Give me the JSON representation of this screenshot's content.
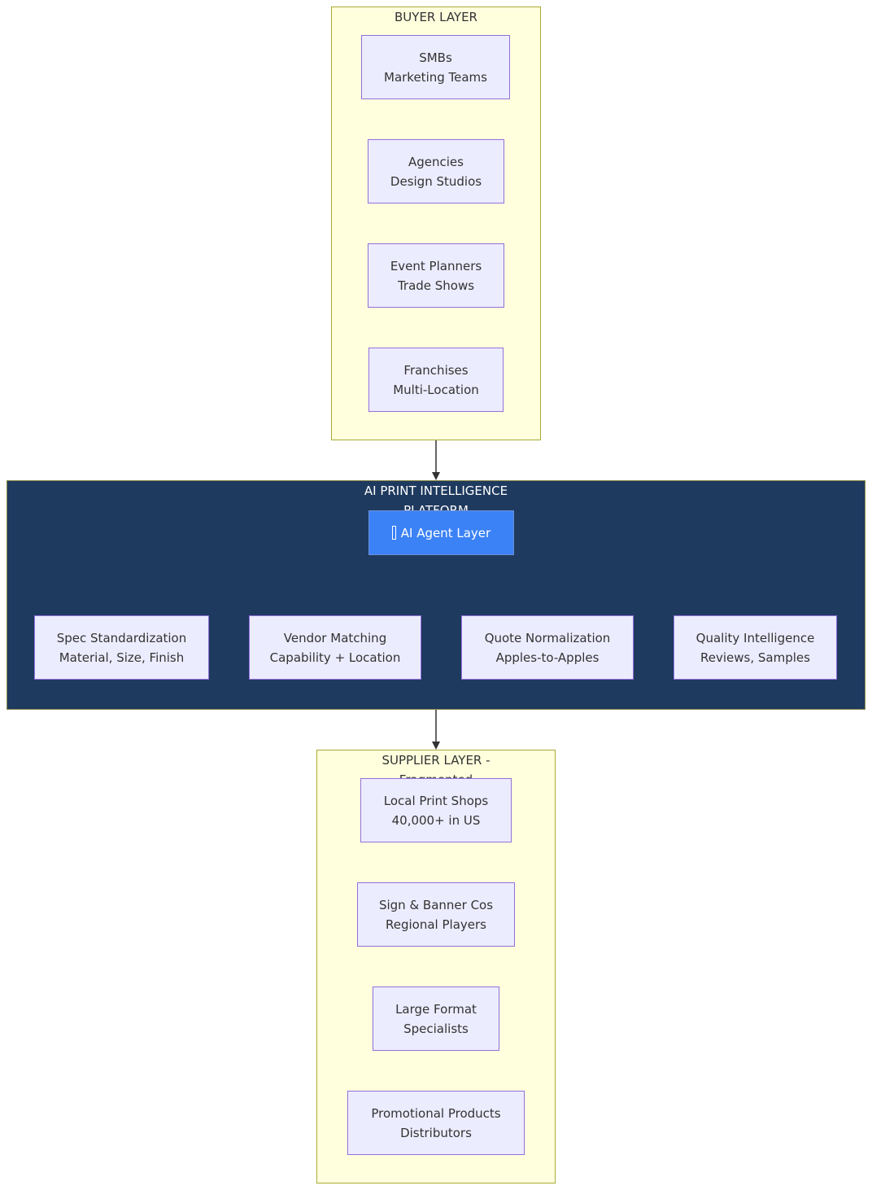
{
  "buyer_layer": {
    "title": "BUYER LAYER",
    "nodes": [
      {
        "line1": "SMBs",
        "line2": "Marketing Teams"
      },
      {
        "line1": "Agencies",
        "line2": "Design Studios"
      },
      {
        "line1": "Event Planners",
        "line2": "Trade Shows"
      },
      {
        "line1": "Franchises",
        "line2": "Multi-Location"
      }
    ]
  },
  "platform": {
    "title": "AI PRINT INTELLIGENCE\nPLATFORM",
    "agent": {
      "label": "AI Agent Layer",
      "icon": "robot-icon"
    },
    "nodes": [
      {
        "line1": "Spec Standardization",
        "line2": "Material, Size, Finish"
      },
      {
        "line1": "Vendor Matching",
        "line2": "Capability + Location"
      },
      {
        "line1": "Quote Normalization",
        "line2": "Apples-to-Apples"
      },
      {
        "line1": "Quality Intelligence",
        "line2": "Reviews, Samples"
      }
    ]
  },
  "supplier_layer": {
    "title": "SUPPLIER LAYER -\nFragmented",
    "nodes": [
      {
        "line1": "Local Print Shops",
        "line2": "40,000+ in US"
      },
      {
        "line1": "Sign & Banner Cos",
        "line2": "Regional Players"
      },
      {
        "line1": "Large Format",
        "line2": "Specialists"
      },
      {
        "line1": "Promotional Products",
        "line2": "Distributors"
      }
    ]
  },
  "colors": {
    "cluster_fill": "#ffffde",
    "cluster_border": "#aaaa33",
    "node_fill": "#ececff",
    "node_border": "#9370db",
    "platform_fill": "#1f3a5f",
    "agent_fill": "#3b82f6",
    "edge": "#333333"
  }
}
